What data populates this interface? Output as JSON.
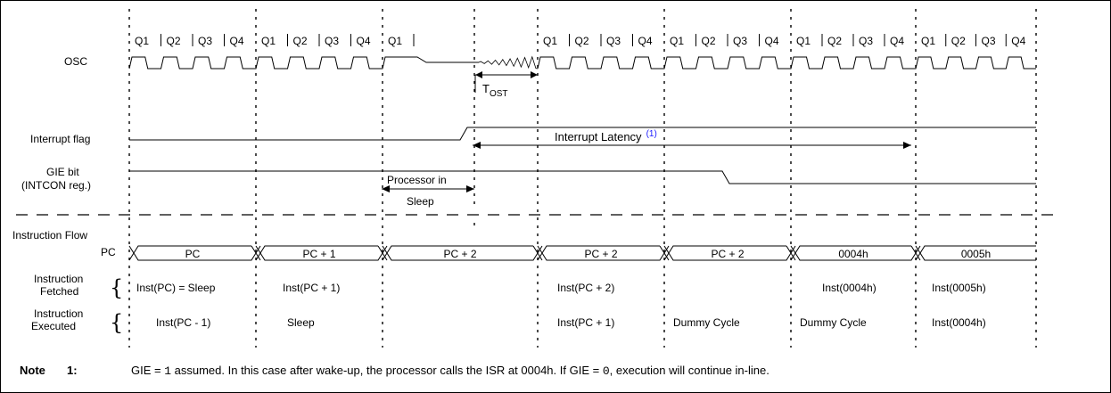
{
  "diagram": {
    "labels": {
      "osc": "OSC",
      "interrupt_flag": "Interrupt flag",
      "gie_bit_line1": "GIE bit",
      "gie_bit_line2": "(INTCON reg.)",
      "instruction_flow": "Instruction Flow",
      "pc": "PC",
      "fetched_line1": "Instruction",
      "fetched_line2": "Fetched",
      "executed_line1": "Instruction",
      "executed_line2": "Executed"
    },
    "quarter_labels": [
      "Q1",
      "Q2",
      "Q3",
      "Q4"
    ],
    "sleep_quarter_label": "Q1",
    "tost": {
      "base": "T",
      "sub": "OST"
    },
    "latency": {
      "text": "Interrupt Latency",
      "ref": "(1)"
    },
    "processor_sleep": {
      "line1": "Processor in",
      "line2": "Sleep"
    },
    "pc_values": [
      "PC",
      "PC + 1",
      "PC + 2",
      "PC + 2",
      "PC + 2",
      "0004h",
      "0005h"
    ],
    "fetched": [
      "Inst(PC) = Sleep",
      "Inst(PC + 1)",
      "",
      "Inst(PC + 2)",
      "",
      "Inst(0004h)",
      "Inst(0005h)"
    ],
    "executed": [
      "Inst(PC - 1)",
      "Sleep",
      "",
      "Inst(PC + 1)",
      "Dummy Cycle",
      "Dummy Cycle",
      "Inst(0004h)"
    ],
    "note": {
      "label": "Note",
      "number": "1:",
      "part1": "GIE = ",
      "code1": "1",
      "part2": " assumed. In this case after wake-up, the processor calls the ISR at 0004h. If GIE = ",
      "code2": "0",
      "part3": ", execution will continue in-line."
    },
    "colors": {
      "line": "#000000",
      "ref_mark": "#1a1aff",
      "border": "#000000"
    }
  }
}
